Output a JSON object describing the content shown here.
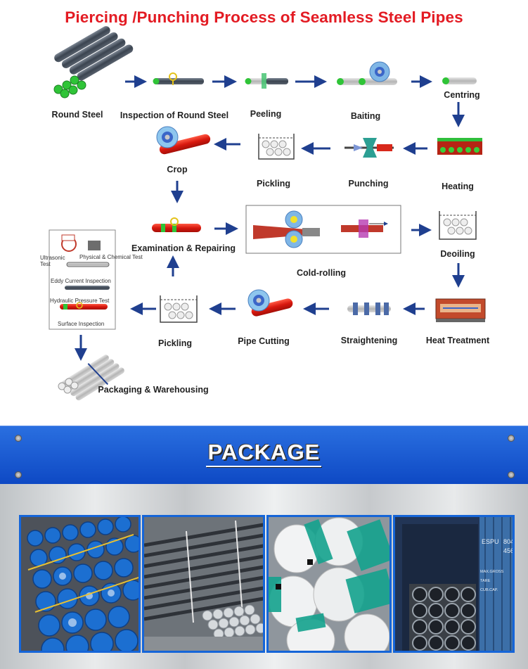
{
  "title": "Piercing /Punching Process of Seamless Steel Pipes",
  "steps": {
    "round_steel": "Round Steel",
    "inspection": "Inspection of Round Steel",
    "peeling": "Peeling",
    "baiting": "Baiting",
    "centring": "Centring",
    "heating": "Heating",
    "punching": "Punching",
    "pickling_1": "Pickling",
    "crop": "Crop",
    "examination": "Examination & Repairing",
    "cold_rolling": "Cold-rolling",
    "deoiling": "Deoiling",
    "heat_treatment": "Heat Treatment",
    "straightening": "Straightening",
    "pipe_cutting": "Pipe Cutting",
    "pickling_2": "Pickling",
    "packaging": "Packaging & Warehousing"
  },
  "tests": {
    "ultrasonic": "Ultrasonic Test",
    "physical": "Physical & Chemical Test",
    "eddy": "Eddy Current Inspection",
    "hydraulic": "Hydraulic Pressure Test",
    "surface": "Surface Inspection"
  },
  "package_heading": "PACKAGE",
  "container_text": {
    "line1": "ESPU",
    "line2": "804",
    "line3": "456",
    "line4": "MAX.GROSS",
    "line5": "TARE",
    "line6": "CUB.CAP."
  },
  "colors": {
    "title": "#e31b23",
    "arrow": "#1f3f8f",
    "band": "#1c5fd8",
    "pipe_red": "#e2231a"
  }
}
